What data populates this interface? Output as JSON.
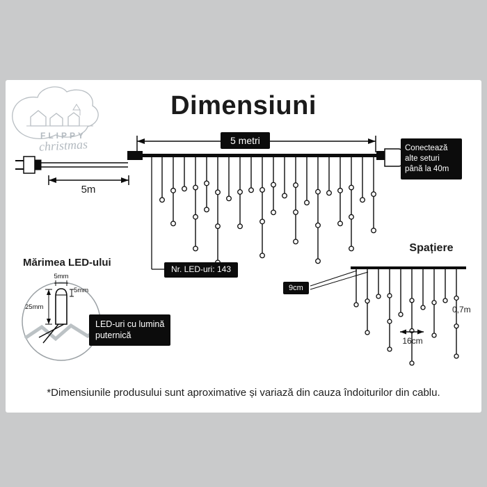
{
  "title": "Dimensiuni",
  "logo": {
    "line1": "FLIPPY",
    "line2": "christmas"
  },
  "main": {
    "length_label": "5 metri",
    "lead_label": "5m",
    "connect_note_lines": [
      "Conectează",
      "alte seturi",
      "până la 40m"
    ],
    "led_count": "Nr. LED-uri: 143"
  },
  "spacing": {
    "title": "Spațiere",
    "top_gap": "9cm",
    "bottom_gap": "16cm",
    "height": "0,7m"
  },
  "led_size": {
    "title": "Mărimea LED-ului",
    "width": "5mm",
    "head": "5mm",
    "length": "25mm",
    "note_lines": [
      "LED-uri cu lumină",
      "puternică"
    ]
  },
  "footnote": "*Dimensiunile produsului sunt aproximative și variază din cauza îndoiturilor din cablu.",
  "colors": {
    "ink": "#0c0c0c",
    "background": "#c9cacb",
    "panel": "#ffffff",
    "sketch": "#b3bac0"
  }
}
